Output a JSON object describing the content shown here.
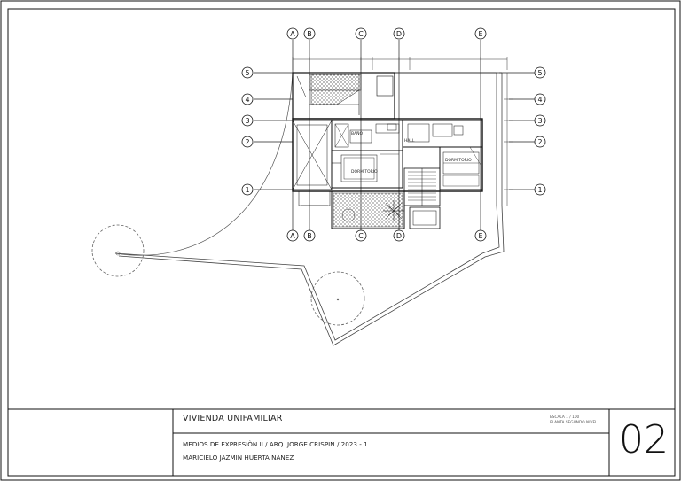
{
  "title_block": {
    "project": "VIVIENDA UNIFAMILIAR",
    "course": "MEDIOS DE EXPRESIÒN II / ARQ. JORGE CRISPIN / 2023 - 1",
    "author": "MARICIELO JAZMIN HUERTA ÑAÑEZ",
    "scale": "ESCALA 1 / 100",
    "plan_name": "PLANTA SEGUNDO NIVEL",
    "sheet_number": "02"
  },
  "grid_axes": {
    "columns": [
      "A",
      "B",
      "C",
      "D",
      "E"
    ],
    "rows": [
      "5",
      "4",
      "3",
      "2",
      "1"
    ]
  },
  "rooms": {
    "dorm_left": "DORMITORIO",
    "dorm_right": "DORMITORIO",
    "bath": "BAÑO",
    "hall": "HALL"
  }
}
